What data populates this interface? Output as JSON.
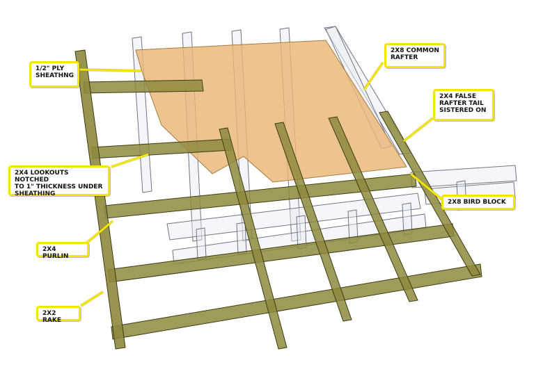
{
  "colors": {
    "lumber_fill": "#8e8a3e",
    "lumber_edge": "#3d3b12",
    "rafter_fill": "#e9ecf2",
    "rafter_edge": "#6f7482",
    "sheathing_fill": "#e9b777",
    "sheathing_edge": "#a9793e",
    "callout_border": "#f2e600"
  },
  "labels": {
    "ply_sheathing": "1/2\" PLY\nSHEATHNG",
    "common_rafter": "2x8 COMMON\nRAFTER",
    "false_rafter_tail": "2x4 FALSE\nRAFTER TAIL\nSISTERED ON",
    "lookouts": "2x4 LOOKOUTS NOTCHED\nTO 1\" THICKNESS UNDER\nSHEATHING",
    "bird_block": "2x8 BIRD BLOCK",
    "purlin": "2x4 PURLIN",
    "rake": "2x2 RAKE"
  }
}
